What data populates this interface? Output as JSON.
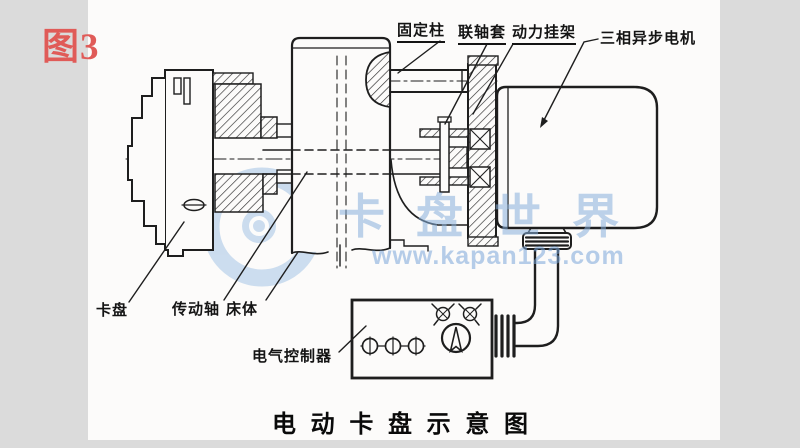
{
  "page": {
    "figure_label": "图3",
    "title": "电 动 卡 盘 示 意 图"
  },
  "watermark": {
    "brand_text": "卡盘世界",
    "url_text": "www.kapan123.com"
  },
  "callouts": {
    "fixed_column": "固定柱",
    "coupling_sleeve": "联轴套",
    "power_bracket": "动力挂架",
    "motor": "三相异步电机",
    "chuck": "卡盘",
    "drive_shaft": "传动轴",
    "bed_body": "床体",
    "controller": "电气控制器"
  },
  "colors": {
    "figure_label_red": "#e05b58",
    "drawing_line": "#1e1e1e",
    "watermark_blue": "#9cbfe4",
    "frame_gray": "#dbdbdb",
    "paper_white": "#fcfbfa"
  }
}
